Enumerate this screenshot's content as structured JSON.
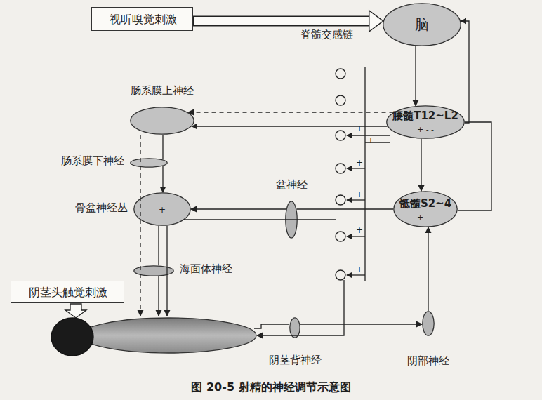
{
  "diagram": {
    "caption": "图 20-5 射精的神经调节示意图",
    "nodes": [
      {
        "text": [
          "视听嗅觉刺激"
        ]
      },
      {
        "text": [
          "脑"
        ]
      },
      {
        "text": [
          "腰髓T12~L2",
          "+ - -"
        ]
      },
      {
        "text": [
          "骶髓S2~4",
          "+ - -"
        ]
      },
      {
        "text": [
          "肠系膜上神经"
        ]
      },
      {
        "text": [
          "肠系膜下神经"
        ]
      },
      {
        "text": [
          "骨盆神经丛",
          "+"
        ]
      },
      {
        "text": [
          "盆神经"
        ]
      },
      {
        "text": [
          "海面体神经"
        ]
      },
      {
        "text": [
          "阴茎头触觉刺激"
        ]
      },
      {
        "text": [
          "阴茎背神经"
        ]
      },
      {
        "text": [
          "阴部神经"
        ]
      }
    ],
    "edges": [
      {
        "from": 0,
        "to": 1,
        "arrow": "to"
      },
      {
        "from": 1,
        "to": 2,
        "arrow": "to"
      },
      {
        "from": 2,
        "to": 1,
        "arrow": "to"
      },
      {
        "from": 2,
        "to": 3,
        "arrow": "to"
      },
      {
        "from": 2,
        "to": 4,
        "arrow": "to"
      },
      {
        "from": 2,
        "to": 4,
        "arrow": "to"
      },
      {
        "from": 4,
        "to": 5,
        "arrow": "none"
      },
      {
        "from": 5,
        "to": 6,
        "arrow": "to"
      },
      {
        "from": 3,
        "to": 7,
        "arrow": "none"
      },
      {
        "from": 7,
        "to": 6,
        "arrow": "to"
      },
      {
        "from": 6,
        "to": 8,
        "arrow": "none"
      },
      {
        "from": 10,
        "to": 11,
        "arrow": "to"
      },
      {
        "from": 11,
        "to": 3,
        "arrow": "to"
      },
      {
        "from": 2,
        "to": 3,
        "arrow": "none"
      }
    ],
    "labels": [
      "脊髓交感链",
      "+",
      "+",
      "+",
      "+",
      "+",
      "+"
    ]
  }
}
